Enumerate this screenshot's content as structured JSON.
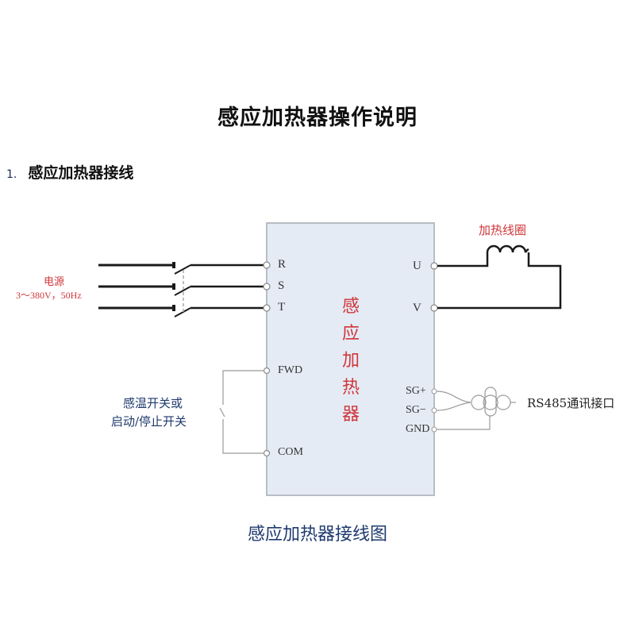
{
  "document": {
    "title": "感应加热器操作说明",
    "section": {
      "number": "1.",
      "title": "感应加热器接线"
    },
    "caption": "感应加热器接线图"
  },
  "diagram": {
    "device_label": [
      "感",
      "应",
      "加",
      "热",
      "器"
    ],
    "power_supply": {
      "label": "电源",
      "spec": "3～380V，50Hz"
    },
    "input_terminals": [
      "R",
      "S",
      "T"
    ],
    "output_terminals": [
      "U",
      "V"
    ],
    "control_terminals": [
      "FWD",
      "COM"
    ],
    "comm_terminals": [
      "SG+",
      "SG−",
      "GND"
    ],
    "coil_label": "加热线圈",
    "switch_label_line1": "感温开关或",
    "switch_label_line2": "启动/停止开关",
    "rs485_label": "RS485通讯接口",
    "colors": {
      "box_fill": "#e5ebf5",
      "box_border": "#b8bcc4",
      "red_label": "#d0363a",
      "blue_text": "#1f3a6e",
      "wire": "#1a1a1a",
      "thin_wire": "#9a9a9a"
    }
  }
}
